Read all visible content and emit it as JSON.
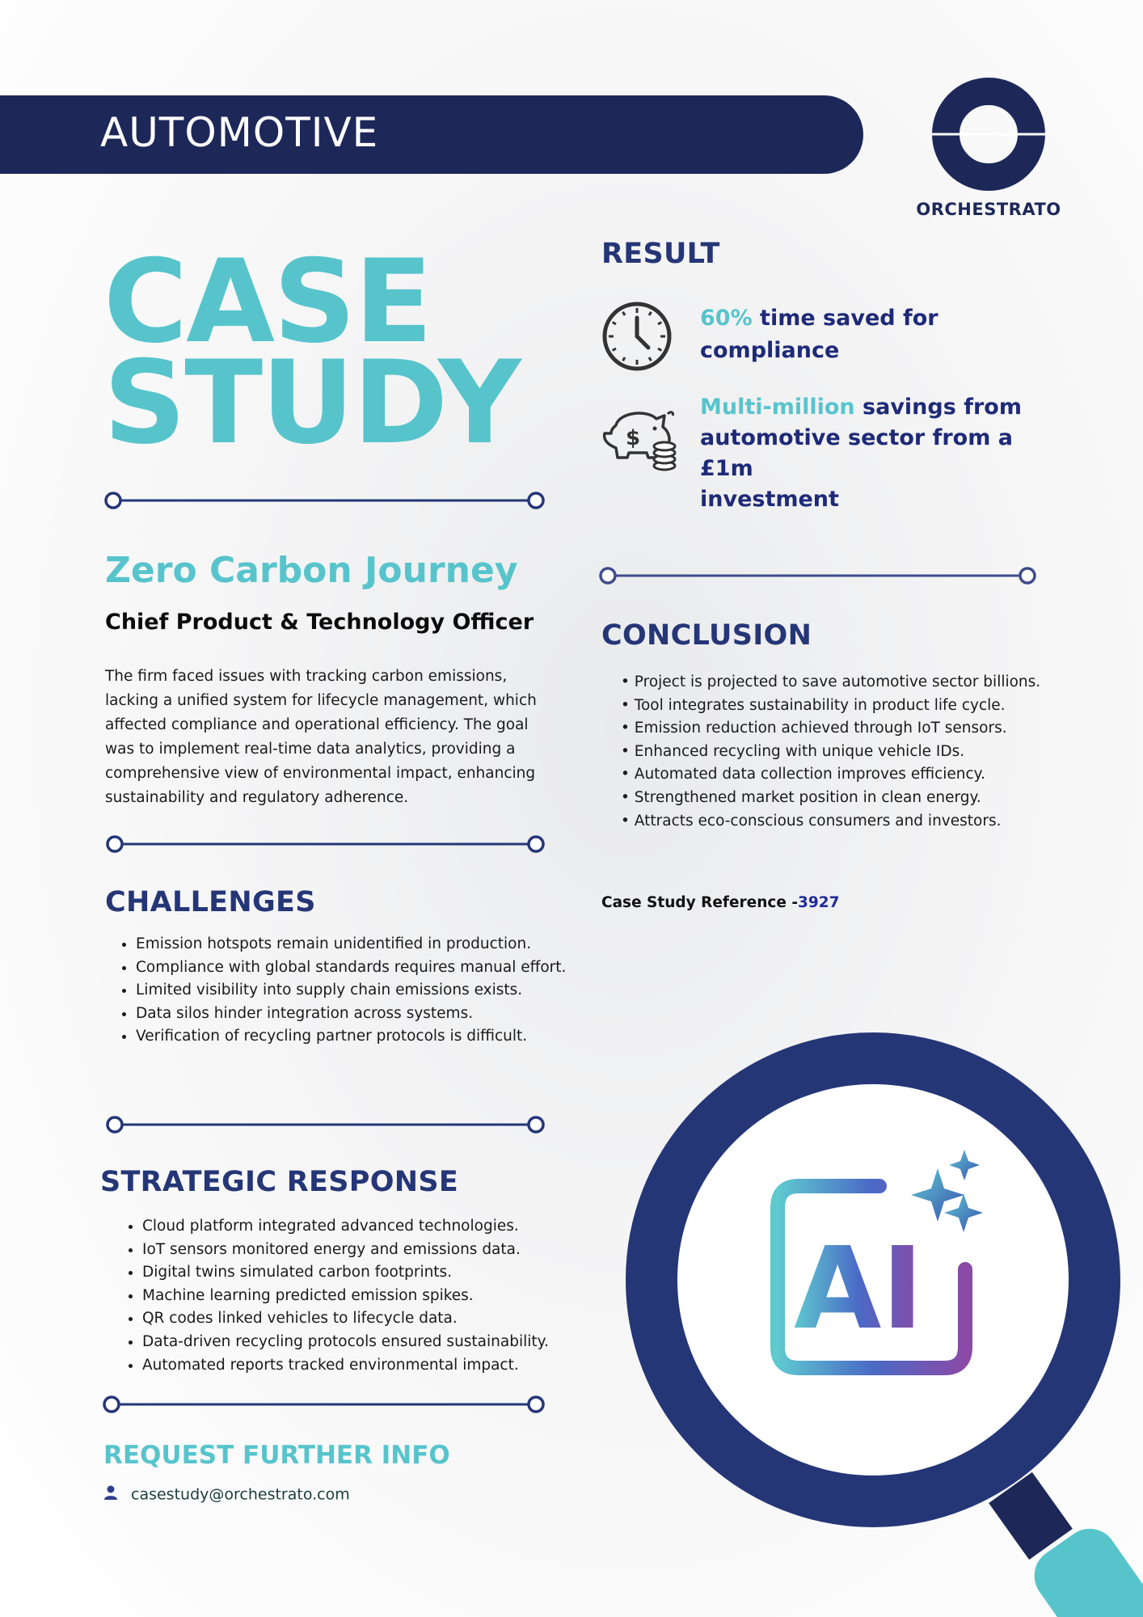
{
  "header": {
    "sector": "AUTOMOTIVE",
    "brand": "ORCHESTRATO"
  },
  "title": {
    "line1": "CASE",
    "line2": "STUDY"
  },
  "intro": {
    "subtitle": "Zero Carbon Journey",
    "role": "Chief Product & Technology Officer",
    "paragraph": "The firm faced issues with tracking carbon emissions, lacking a unified system for lifecycle management, which affected compliance and operational efficiency. The goal was to implement real-time data analytics, providing a comprehensive view of environmental impact, enhancing sustainability and regulatory adherence."
  },
  "challenges": {
    "title": "CHALLENGES",
    "items": [
      "Emission hotspots remain unidentified in production.",
      "Compliance with global standards requires manual effort.",
      "Limited visibility into supply chain emissions exists.",
      "Data silos hinder integration across systems.",
      "Verification of recycling partner protocols is difficult."
    ]
  },
  "strategic": {
    "title": "STRATEGIC RESPONSE",
    "items": [
      "Cloud platform integrated advanced technologies.",
      "IoT sensors monitored energy and emissions data.",
      "Digital twins simulated carbon footprints.",
      "Machine learning predicted emission spikes.",
      "QR codes linked vehicles to lifecycle data.",
      "Data-driven recycling protocols ensured sustainability.",
      "Automated reports tracked environmental impact."
    ]
  },
  "request": {
    "title": "REQUEST FURTHER INFO",
    "email": "casestudy@orchestrato.com"
  },
  "result": {
    "title": "RESULT",
    "item1_highlight": "60%",
    "item1_line1_rest": " time saved for",
    "item1_line2": "compliance",
    "item2_highlight": "Multi-million",
    "item2_line1_rest": " savings from",
    "item2_line2": "automotive sector from a £1m",
    "item2_line3": "investment"
  },
  "conclusion": {
    "title": "CONCLUSION",
    "items": [
      "• Project is projected to save automotive sector billions.",
      "• Tool integrates sustainability in product life cycle.",
      "• Emission reduction achieved through IoT sensors.",
      "• Enhanced recycling with unique vehicle IDs.",
      "• Automated data collection improves efficiency.",
      "• Strengthened market position in clean energy.",
      "• Attracts eco-conscious consumers and investors."
    ]
  },
  "reference": {
    "label": "Case Study Reference -",
    "number": "3927"
  },
  "graphic": {
    "ai_label": "AI"
  },
  "colors": {
    "navy": "#1d2859",
    "teal": "#57c4cc",
    "purple": "#7c4aa8"
  },
  "icons": [
    "clock-icon",
    "piggy-bank-icon",
    "user-icon",
    "magnifier-icon",
    "sparkle-icon"
  ]
}
